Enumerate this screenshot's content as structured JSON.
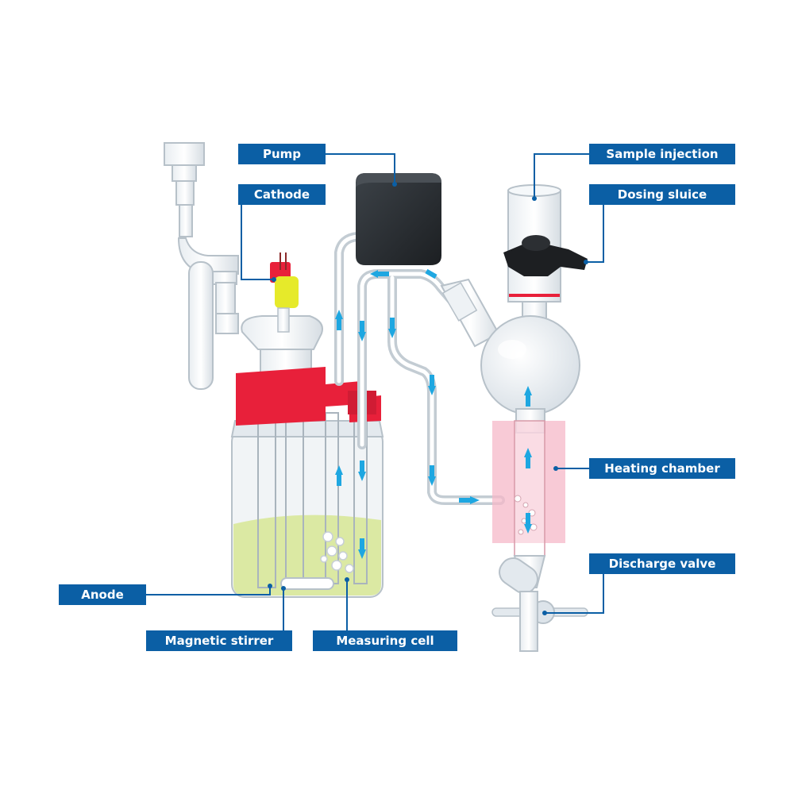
{
  "colors": {
    "label_bg": "#0b5fa5",
    "leader_line": "#0b5fa5",
    "flow_arrow": "#1ea7e1",
    "red_cap": "#e8203a",
    "electrolyte": "#d8e89a",
    "heating_sleeve": "#f6b8c8",
    "pump_body": "#2b2f33",
    "glass": "#cfd6dc"
  },
  "labels": {
    "pump": "Pump",
    "cathode": "Cathode",
    "sample_injection": "Sample injection",
    "dosing_sluice": "Dosing sluice",
    "heating_chamber": "Heating chamber",
    "discharge_valve": "Discharge valve",
    "anode": "Anode",
    "magnetic_stirrer": "Magnetic stirrer",
    "measuring_cell": "Measuring cell"
  },
  "icons": [
    "flow-arrow-icon"
  ]
}
